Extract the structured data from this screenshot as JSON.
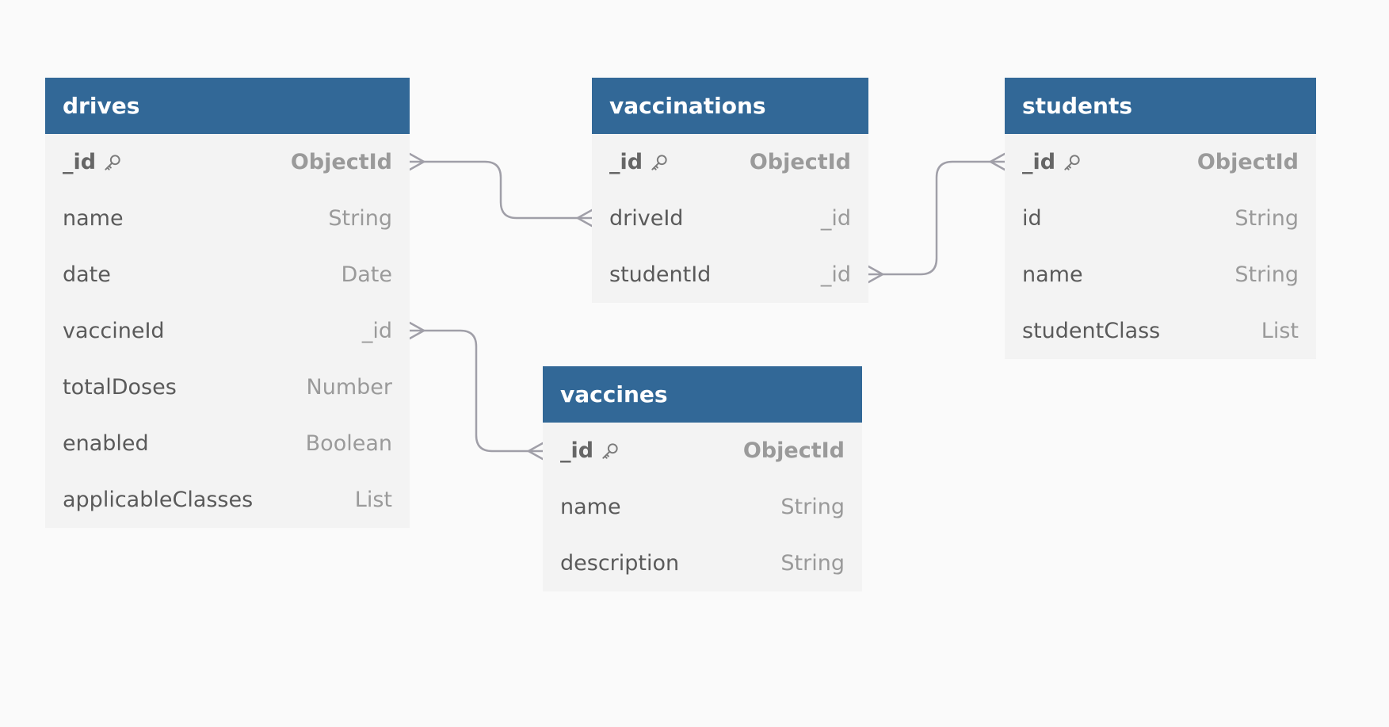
{
  "diagram": {
    "entities": [
      {
        "id": "drives",
        "name": "drives",
        "fields": [
          {
            "name": "_id",
            "type": "ObjectId",
            "pk": true
          },
          {
            "name": "name",
            "type": "String",
            "pk": false
          },
          {
            "name": "date",
            "type": "Date",
            "pk": false
          },
          {
            "name": "vaccineId",
            "type": "_id",
            "pk": false
          },
          {
            "name": "totalDoses",
            "type": "Number",
            "pk": false
          },
          {
            "name": "enabled",
            "type": "Boolean",
            "pk": false
          },
          {
            "name": "applicableClasses",
            "type": "List",
            "pk": false
          }
        ]
      },
      {
        "id": "vaccinations",
        "name": "vaccinations",
        "fields": [
          {
            "name": "_id",
            "type": "ObjectId",
            "pk": true
          },
          {
            "name": "driveId",
            "type": "_id",
            "pk": false
          },
          {
            "name": "studentId",
            "type": "_id",
            "pk": false
          }
        ]
      },
      {
        "id": "students",
        "name": "students",
        "fields": [
          {
            "name": "_id",
            "type": "ObjectId",
            "pk": true
          },
          {
            "name": "id",
            "type": "String",
            "pk": false
          },
          {
            "name": "name",
            "type": "String",
            "pk": false
          },
          {
            "name": "studentClass",
            "type": "List",
            "pk": false
          }
        ]
      },
      {
        "id": "vaccines",
        "name": "vaccines",
        "fields": [
          {
            "name": "_id",
            "type": "ObjectId",
            "pk": true
          },
          {
            "name": "name",
            "type": "String",
            "pk": false
          },
          {
            "name": "description",
            "type": "String",
            "pk": false
          }
        ]
      }
    ],
    "relations": [
      {
        "from": "drives._id",
        "to": "vaccinations.driveId"
      },
      {
        "from": "vaccinations.studentId",
        "to": "students._id"
      },
      {
        "from": "drives.vaccineId",
        "to": "vaccines._id"
      }
    ],
    "colors": {
      "header": "#326897",
      "body": "#f3f3f3",
      "background": "#fafafa",
      "connector": "#a09fa8"
    },
    "icons": {
      "primary_key": "key-icon"
    }
  }
}
